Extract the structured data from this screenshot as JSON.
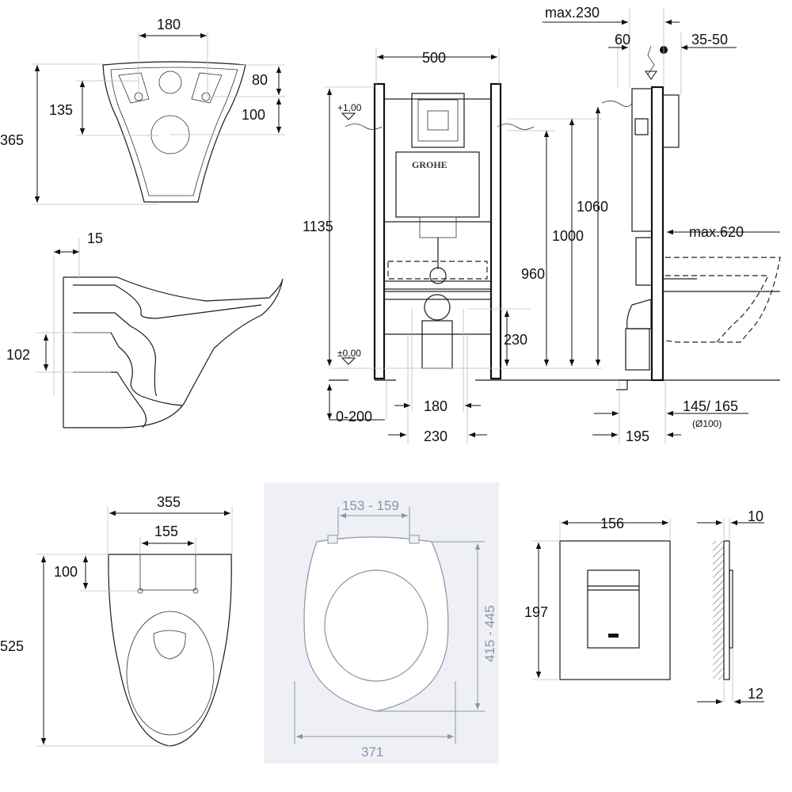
{
  "dims": {
    "bowl_top_width": "180",
    "bowl_top_height": "365",
    "bowl_top_fix_height": "135",
    "bowl_top_80": "80",
    "bowl_top_100": "100",
    "bowl_side_15": "15",
    "bowl_side_102": "102",
    "frame_width": "500",
    "frame_height": "1135",
    "frame_1000": "1000",
    "frame_960": "960",
    "frame_1060": "1060",
    "frame_230_v": "230",
    "frame_0_200": "0-200",
    "frame_180": "180",
    "frame_230_h": "230",
    "level_top": "+1,00",
    "level_zero": "±0,00",
    "side_max230": "max.230",
    "side_60": "60",
    "side_35_50": "35-50",
    "side_max620": "max.620",
    "side_145_165": "145/ 165",
    "side_d100": "(Ø100)",
    "side_195": "195",
    "plan_355": "355",
    "plan_155": "155",
    "plan_100": "100",
    "plan_525": "525",
    "seat_153_159": "153 - 159",
    "seat_415_445": "415 - 445",
    "seat_371": "371",
    "plate_156": "156",
    "plate_197": "197",
    "plate_10": "10",
    "plate_12": "12"
  },
  "brand": "GROHE",
  "colors": {
    "ink": "#111111",
    "seat_panel_bg": "#eef0f5",
    "seat_dim_text": "#8c93a8"
  }
}
